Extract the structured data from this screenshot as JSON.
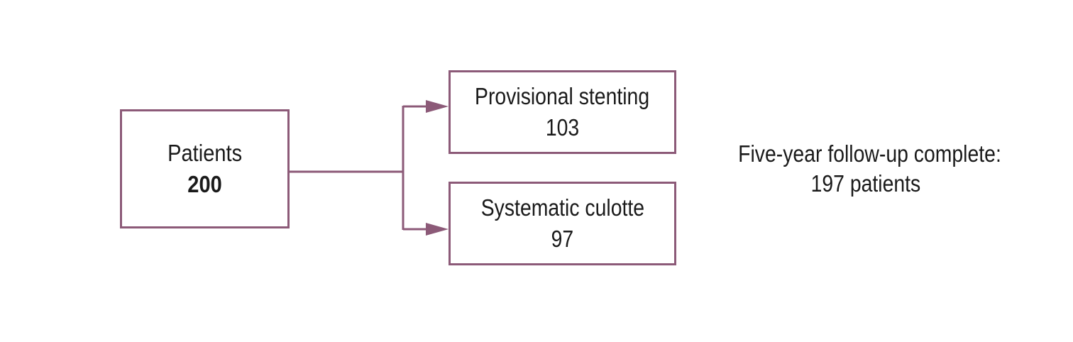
{
  "colors": {
    "accent": "#8c5a78"
  },
  "patients": {
    "label": "Patients",
    "count": "200"
  },
  "arms": [
    {
      "label": "Provisional stenting",
      "count": "103"
    },
    {
      "label": "Systematic culotte",
      "count": "97"
    }
  ],
  "followup": {
    "line1": "Five-year follow-up complete:",
    "line2": "197 patients"
  }
}
